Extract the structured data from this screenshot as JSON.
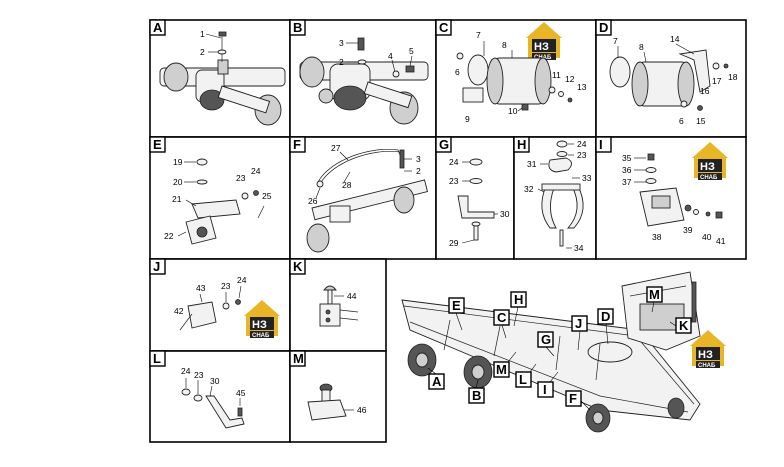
{
  "panels": {
    "A": {
      "tag": "A",
      "parts": [
        "1",
        "2"
      ]
    },
    "B": {
      "tag": "B",
      "parts": [
        "3",
        "2",
        "4",
        "5"
      ]
    },
    "C": {
      "tag": "C",
      "parts": [
        "7",
        "8",
        "6",
        "11",
        "12",
        "13",
        "9",
        "10"
      ]
    },
    "D": {
      "tag": "D",
      "parts": [
        "7",
        "8",
        "14",
        "17",
        "18",
        "16",
        "6",
        "15"
      ]
    },
    "E": {
      "tag": "E",
      "parts": [
        "19",
        "20",
        "23",
        "24",
        "21",
        "25",
        "22"
      ]
    },
    "F": {
      "tag": "F",
      "parts": [
        "27",
        "3",
        "2",
        "28",
        "26"
      ]
    },
    "G": {
      "tag": "G",
      "parts": [
        "24",
        "23",
        "30",
        "29"
      ]
    },
    "H": {
      "tag": "H",
      "parts": [
        "24",
        "23",
        "31",
        "33",
        "32",
        "34"
      ]
    },
    "I": {
      "tag": "I",
      "parts": [
        "35",
        "36",
        "37",
        "38",
        "39",
        "40",
        "41"
      ]
    },
    "J": {
      "tag": "J",
      "parts": [
        "43",
        "23",
        "24",
        "42"
      ]
    },
    "K": {
      "tag": "K",
      "parts": [
        "44"
      ]
    },
    "L": {
      "tag": "L",
      "parts": [
        "24",
        "23",
        "30",
        "45"
      ]
    },
    "M": {
      "tag": "M",
      "parts": [
        "46"
      ]
    }
  },
  "overview_callouts": [
    "E",
    "H",
    "C",
    "G",
    "J",
    "D",
    "M",
    "K",
    "A",
    "B",
    "M",
    "L",
    "I",
    "F"
  ],
  "logo": {
    "letters": "НЗ",
    "subtitle": "СНАБ",
    "color": "#e8b526"
  },
  "colors": {
    "frame": "#000000",
    "logo": "#e8b526",
    "logo_dark": "#222222"
  }
}
